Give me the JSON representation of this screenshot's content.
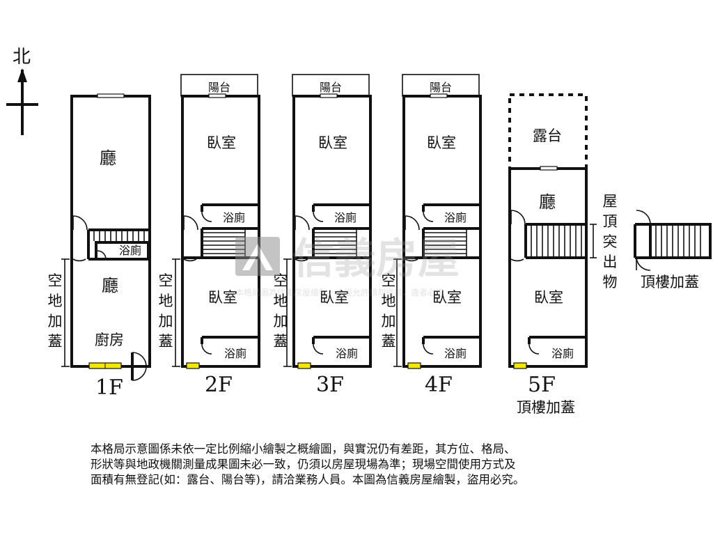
{
  "compass": {
    "north_label": "北"
  },
  "watermark": {
    "brand": "信義房屋",
    "notice": "本格局圖為信義房屋繪製，未經允許請勿盜用，違者必究"
  },
  "rooms": {
    "living": "廳",
    "bedroom": "臥室",
    "bath": "浴廁",
    "kitchen": "廚房",
    "balcony": "陽台",
    "terrace": "露台"
  },
  "annotations": {
    "addition_chars": [
      "空",
      "地",
      "加",
      "蓋"
    ],
    "roof_protrusion_chars": [
      "屋",
      "頂",
      "突",
      "出",
      "物"
    ],
    "rooftop_addition": "頂樓加蓋"
  },
  "floors": [
    "1F",
    "2F",
    "3F",
    "4F",
    "5F"
  ],
  "disclaimer": [
    "本格局示意圖係未依一定比例縮小繪製之概繪圖，與實況仍有差距，其方位、格局、",
    "形狀等與地政機關測量成果圖未必一致，仍須以房屋現場為準；現場空間使用方式及",
    "面積有無登記(如：露台、陽台等)，請洽業務人員。本圖為信義房屋繪製，盜用必究。"
  ],
  "colors": {
    "ink": "#111111",
    "door_yellow": "#f3e600",
    "watermark": "#999999"
  }
}
